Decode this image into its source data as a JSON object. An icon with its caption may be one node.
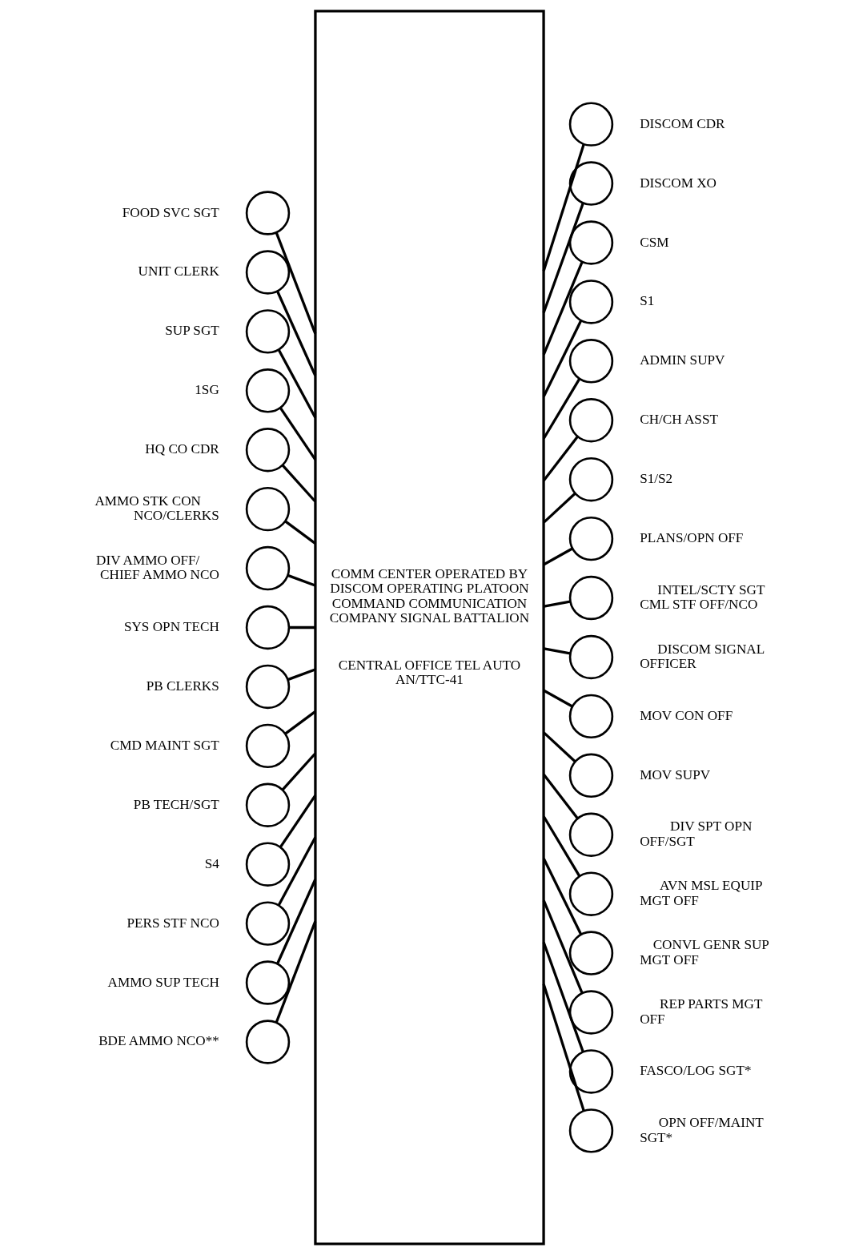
{
  "diagram": {
    "nodes": [
      {
        "text": [
          "COMM CENTER OPERATED BY DISCOM OPERATING PLATOON COMMAND COMMUNICATION COMPANY SIGNAL BATTALION",
          "CENTRAL OFFICE TEL AUTO AN/TTC-41"
        ]
      },
      {
        "text": [],
        "shape": "circle",
        "beside": [
          "FOOD SVC SGT"
        ]
      },
      {
        "text": [],
        "shape": "circle",
        "beside": [
          "UNIT CLERK"
        ]
      },
      {
        "text": [],
        "shape": "circle",
        "beside": [
          "SUP SGT"
        ]
      },
      {
        "text": [],
        "shape": "circle",
        "beside": [
          "1SG"
        ]
      },
      {
        "text": [],
        "shape": "circle",
        "beside": [
          "HQ CO CDR"
        ]
      },
      {
        "text": [],
        "shape": "circle",
        "beside": [
          "AMMO STK CON NCO/CLERKS"
        ]
      },
      {
        "text": [],
        "shape": "circle",
        "beside": [
          "DIV AMMO OFF/ CHIEF AMMO NCO"
        ]
      },
      {
        "text": [],
        "shape": "circle",
        "beside": [
          "SYS OPN TECH"
        ]
      },
      {
        "text": [],
        "shape": "circle",
        "beside": [
          "PB CLERKS"
        ]
      },
      {
        "text": [],
        "shape": "circle",
        "beside": [
          "CMD MAINT SGT"
        ]
      },
      {
        "text": [],
        "shape": "circle",
        "beside": [
          "PB TECH/SGT"
        ]
      },
      {
        "text": [],
        "shape": "circle",
        "beside": [
          "S4"
        ]
      },
      {
        "text": [],
        "shape": "circle",
        "beside": [
          "PERS STF NCO"
        ]
      },
      {
        "text": [],
        "shape": "circle",
        "beside": [
          "AMMO SUP TECH"
        ]
      },
      {
        "text": [],
        "shape": "circle",
        "beside": [
          "BDE AMMO NCO**"
        ]
      },
      {
        "text": [],
        "shape": "circle",
        "beside": [
          "DISCOM CDR"
        ]
      },
      {
        "text": [],
        "shape": "circle",
        "beside": [
          "DISCOM XO"
        ]
      },
      {
        "text": [],
        "shape": "circle",
        "beside": [
          "CSM"
        ]
      },
      {
        "text": [],
        "shape": "circle",
        "beside": [
          "S1"
        ]
      },
      {
        "text": [],
        "shape": "circle",
        "beside": [
          "ADMIN SUPV"
        ]
      },
      {
        "text": [],
        "shape": "circle",
        "beside": [
          "CH/CH ASST"
        ]
      },
      {
        "text": [],
        "shape": "circle",
        "beside": [
          "S1/S2"
        ]
      },
      {
        "text": [],
        "shape": "circle",
        "beside": [
          "PLANS/OPN OFF"
        ]
      },
      {
        "text": [],
        "shape": "circle",
        "beside": [
          "INTEL/SCTY SGT CML STF OFF/NCO"
        ]
      },
      {
        "text": [],
        "shape": "circle",
        "beside": [
          "DISCOM SIGNAL OFFICER"
        ]
      },
      {
        "text": [],
        "shape": "circle",
        "beside": [
          "MOV CON OFF"
        ]
      },
      {
        "text": [],
        "shape": "circle",
        "beside": [
          "MOV SUPV"
        ]
      },
      {
        "text": [],
        "shape": "circle",
        "beside": [
          "DIV SPT OPN OFF/SGT"
        ]
      },
      {
        "text": [],
        "shape": "circle",
        "beside": [
          "AVN MSL EQUIP MGT OFF"
        ]
      },
      {
        "text": [],
        "shape": "circle",
        "beside": [
          "CONVL GENR SUP MGT OFF"
        ]
      },
      {
        "text": [],
        "shape": "circle",
        "beside": [
          "REP PARTS MGT OFF"
        ]
      },
      {
        "text": [],
        "shape": "circle",
        "beside": [
          "FASCO/LOG SGT*"
        ]
      },
      {
        "text": [],
        "shape": "circle",
        "beside": [
          "OPN OFF/MAINT SGT*"
        ]
      }
    ],
    "edges": [
      {
        "from": 1,
        "to": 0,
        "arrow": "none"
      },
      {
        "from": 2,
        "to": 0,
        "arrow": "none"
      },
      {
        "from": 3,
        "to": 0,
        "arrow": "none"
      },
      {
        "from": 4,
        "to": 0,
        "arrow": "none"
      },
      {
        "from": 5,
        "to": 0,
        "arrow": "none"
      },
      {
        "from": 6,
        "to": 0,
        "arrow": "none"
      },
      {
        "from": 7,
        "to": 0,
        "arrow": "none"
      },
      {
        "from": 8,
        "to": 0,
        "arrow": "none"
      },
      {
        "from": 9,
        "to": 0,
        "arrow": "none"
      },
      {
        "from": 10,
        "to": 0,
        "arrow": "none"
      },
      {
        "from": 11,
        "to": 0,
        "arrow": "none"
      },
      {
        "from": 12,
        "to": 0,
        "arrow": "none"
      },
      {
        "from": 13,
        "to": 0,
        "arrow": "none"
      },
      {
        "from": 14,
        "to": 0,
        "arrow": "none"
      },
      {
        "from": 15,
        "to": 0,
        "arrow": "none"
      },
      {
        "from": 0,
        "to": 16,
        "arrow": "none"
      },
      {
        "from": 0,
        "to": 17,
        "arrow": "none"
      },
      {
        "from": 0,
        "to": 18,
        "arrow": "none"
      },
      {
        "from": 0,
        "to": 19,
        "arrow": "none"
      },
      {
        "from": 0,
        "to": 20,
        "arrow": "none"
      },
      {
        "from": 0,
        "to": 21,
        "arrow": "none"
      },
      {
        "from": 0,
        "to": 22,
        "arrow": "none"
      },
      {
        "from": 0,
        "to": 23,
        "arrow": "none"
      },
      {
        "from": 0,
        "to": 24,
        "arrow": "none"
      },
      {
        "from": 0,
        "to": 25,
        "arrow": "none"
      },
      {
        "from": 0,
        "to": 26,
        "arrow": "none"
      },
      {
        "from": 0,
        "to": 27,
        "arrow": "none"
      },
      {
        "from": 0,
        "to": 28,
        "arrow": "none"
      },
      {
        "from": 0,
        "to": 29,
        "arrow": "none"
      },
      {
        "from": 0,
        "to": 30,
        "arrow": "none"
      },
      {
        "from": 0,
        "to": 31,
        "arrow": "none"
      },
      {
        "from": 0,
        "to": 32,
        "arrow": "none"
      },
      {
        "from": 0,
        "to": 33,
        "arrow": "none"
      }
    ]
  }
}
